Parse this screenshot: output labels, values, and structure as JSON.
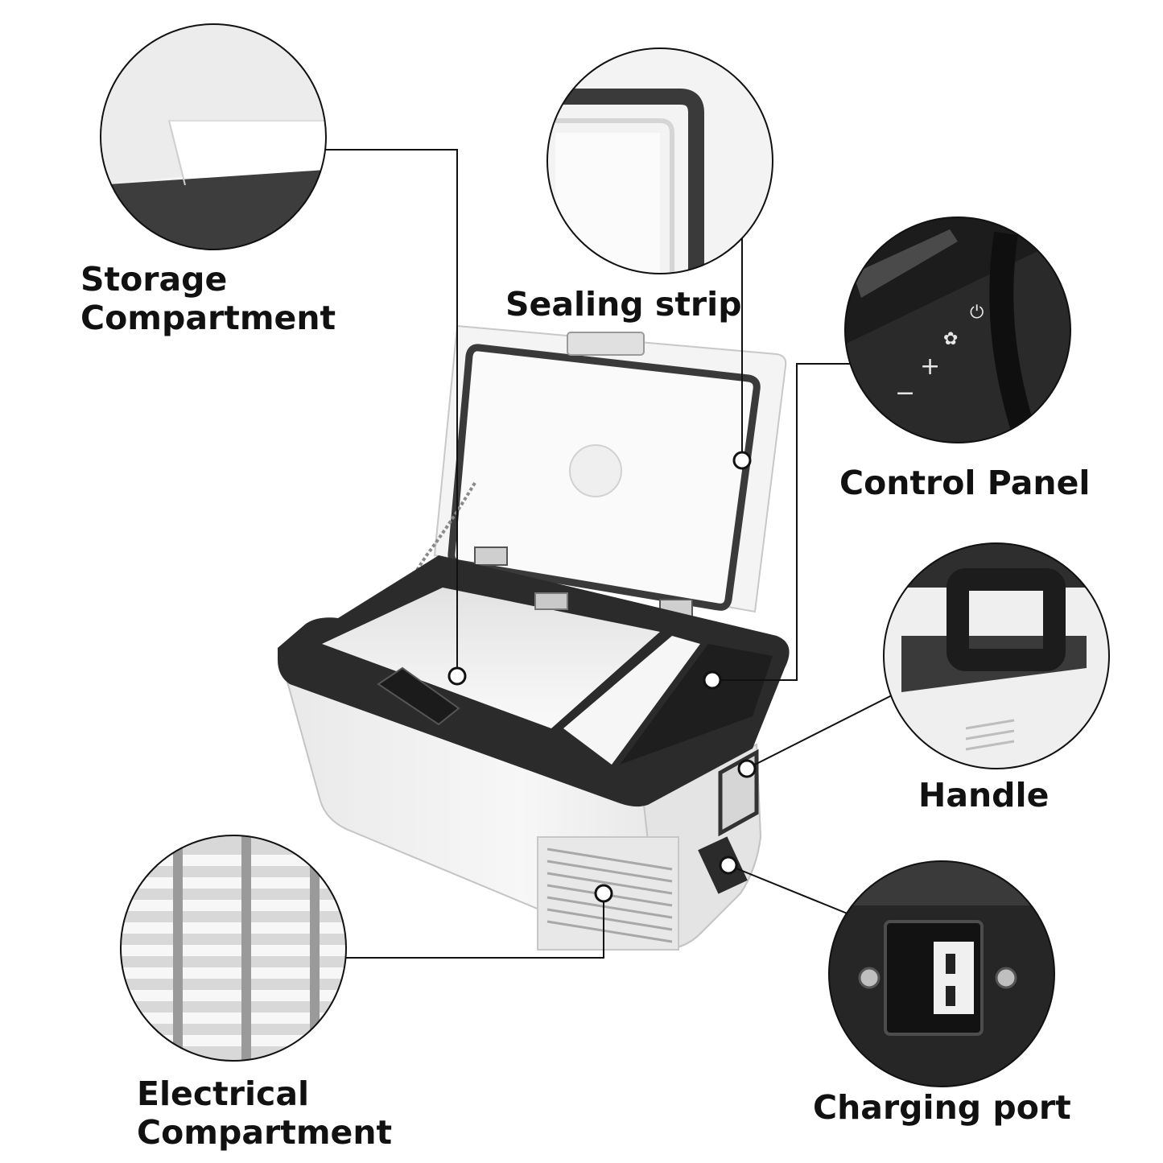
{
  "callouts": {
    "storage": {
      "line1": "Storage",
      "line2": "Compartment"
    },
    "sealing": {
      "line1": "Sealing strip"
    },
    "control": {
      "line1": "Control Panel"
    },
    "handle": {
      "line1": "Handle"
    },
    "electrical": {
      "line1": "Electrical",
      "line2": "Compartment"
    },
    "charging": {
      "line1": "Charging port"
    }
  },
  "panel_symbols": {
    "minus": "−",
    "plus": "+",
    "settings": "✿",
    "power": "⏻"
  },
  "colors": {
    "body": "#f2f2f2",
    "rim": "#2b2b2b",
    "gasket": "#3a3a3a",
    "line": "#111111"
  }
}
